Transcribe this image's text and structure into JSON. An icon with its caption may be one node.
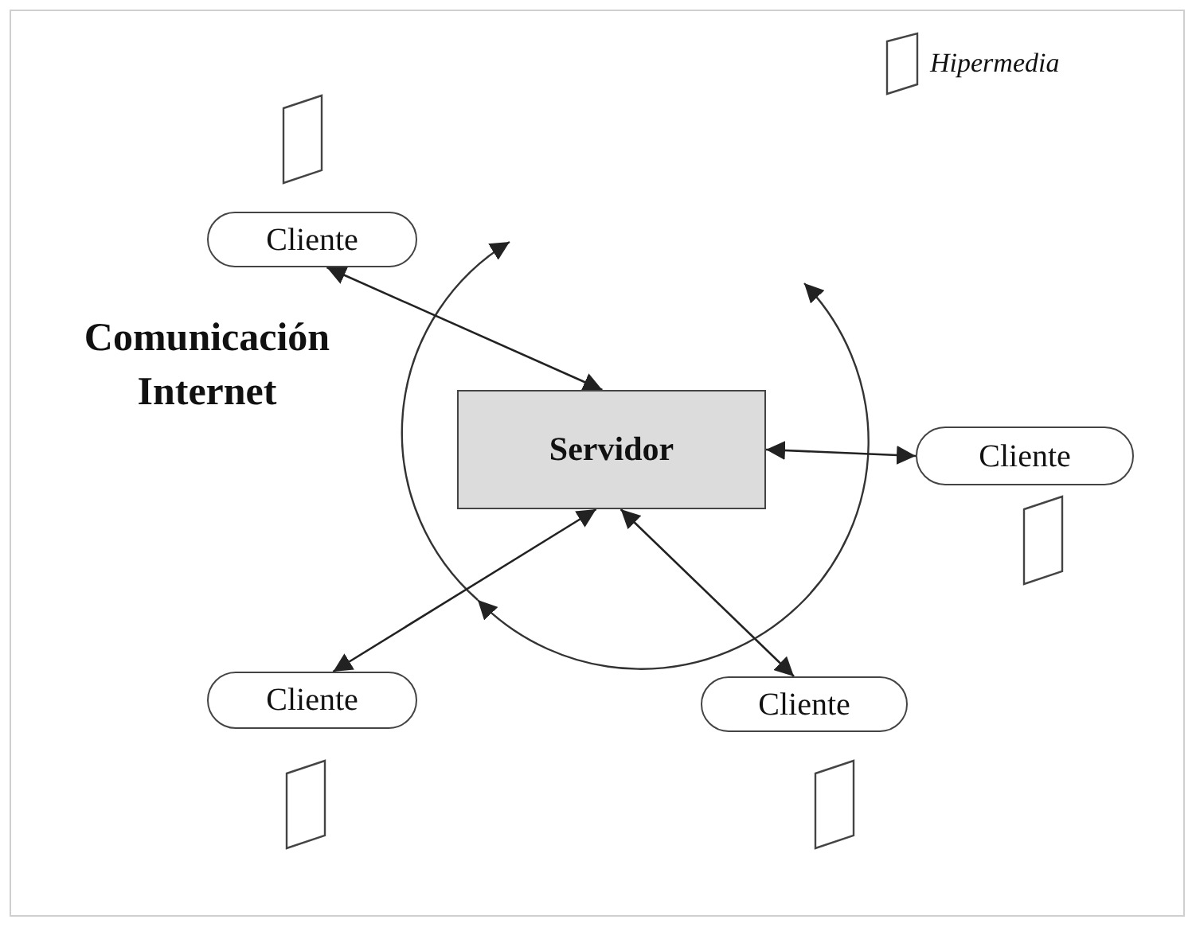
{
  "diagram": {
    "nodes": [
      {
        "text": [
          "Cliente"
        ]
      },
      {
        "text": [
          "Servidor"
        ]
      },
      {
        "text": [
          "Cliente"
        ]
      },
      {
        "text": [
          "Cliente"
        ]
      },
      {
        "text": [
          "Cliente"
        ]
      }
    ],
    "edges": [
      {
        "from": 0,
        "to": 1,
        "arrow": "both"
      },
      {
        "from": 1,
        "to": 2,
        "arrow": "both"
      },
      {
        "from": 3,
        "to": 1,
        "arrow": "both"
      },
      {
        "from": 4,
        "to": 1,
        "arrow": "both"
      }
    ],
    "labels": [
      "Comunicación Internet"
    ],
    "legend": [
      {
        "text": "Hipermedia"
      }
    ]
  }
}
